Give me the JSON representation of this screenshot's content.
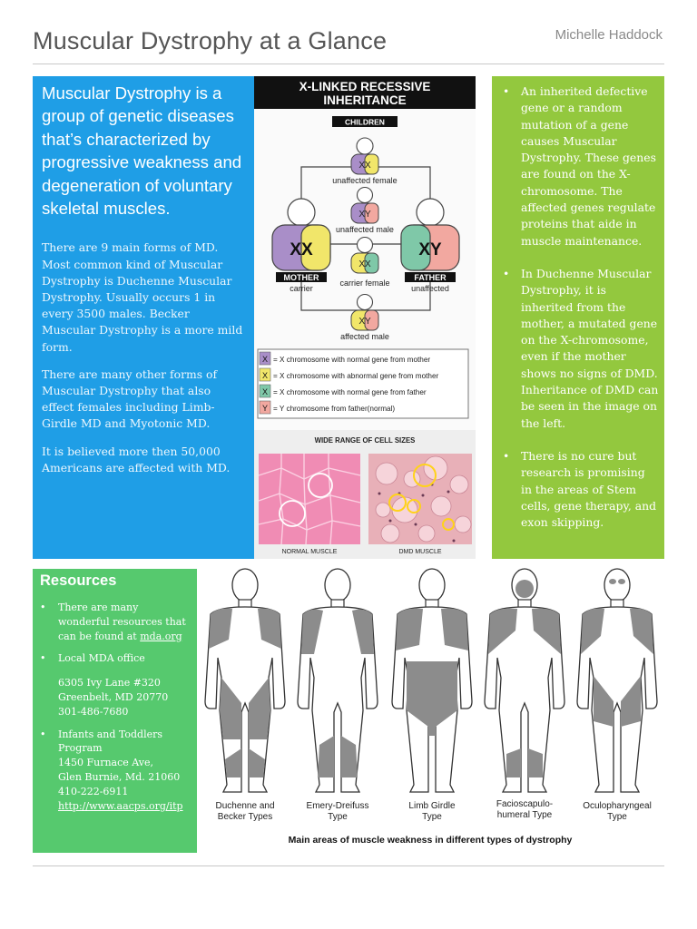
{
  "header": {
    "title": "Muscular Dystrophy at a Glance",
    "author": "Michelle Haddock"
  },
  "blue_panel": {
    "lead": "Muscular Dystrophy is a group of genetic diseases that’s characterized by progressive weakness and degeneration of voluntary skeletal muscles.",
    "p1": "There are 9 main forms of MD. Most common kind of Muscular Dystrophy is Duchenne Muscular Dystrophy. Usually occurs 1 in every 3500 males. Becker Muscular Dystrophy is a more mild form.",
    "p2": "There are many other forms of Muscular Dystrophy that also effect females including Limb-Girdle MD and Myotonic MD.",
    "p3": "It is believed more then 50,000 Americans are affected with MD."
  },
  "green_panel": {
    "bullets": [
      "An inherited defective gene or a random mutation of a gene causes Muscular Dystrophy. These genes are found on the X-chromosome. The affected genes regulate proteins that aide in muscle maintenance.",
      "In Duchenne Muscular Dystrophy, it is inherited from the mother, a mutated gene on the X-chromosome, even if the mother shows no signs of DMD. Inheritance of DMD can be seen in the image on the left.",
      "There is no cure but research is promising in the areas of Stem cells, gene therapy, and exon skipping."
    ]
  },
  "resources": {
    "title": "Resources",
    "item1_text": "There are many wonderful resources that can be found at ",
    "item1_link": "mda.org",
    "item2_title": "Local MDA office",
    "item2_line1": "6305 Ivy Lane #320",
    "item2_line2": "Greenbelt, MD 20770",
    "item2_line3": "301-486-7680",
    "item3_title": "Infants and Toddlers Program",
    "item3_line1": "1450 Furnace Ave,",
    "item3_line2": "Glen Burnie, Md. 21060",
    "item3_line3": "410-222-6911",
    "item3_link": "http://www.aacps.org/itp"
  },
  "inheritance": {
    "title_line1": "X-LINKED RECESSIVE",
    "title_line2": "INHERITANCE",
    "children_label": "CHILDREN",
    "mother_label": "MOTHER",
    "mother_status": "carrier",
    "father_label": "FATHER",
    "father_status": "unaffected",
    "mother_chroms": "XX",
    "father_chroms": "XY",
    "child1_chroms": "XX",
    "child1_label": "unaffected female",
    "child2_chroms": "XY",
    "child2_label": "unaffected male",
    "child3_chroms": "XX",
    "child3_label": "carrier female",
    "child4_chroms": "XY",
    "child4_label": "affected male",
    "legend": [
      {
        "key": "X",
        "text": "= X chromosome with normal gene from mother",
        "color": "#a98ec8"
      },
      {
        "key": "X",
        "text": "= X chromosome with abnormal gene from mother",
        "color": "#f1e66a"
      },
      {
        "key": "X",
        "text": "= X chromosome with normal gene from father",
        "color": "#7fc8a8"
      },
      {
        "key": "Y",
        "text": "= Y chromosome from father(normal)",
        "color": "#f2a8a0"
      }
    ],
    "cells_title": "WIDE RANGE OF CELL SIZES",
    "normal_label": "NORMAL MUSCLE",
    "dmd_label": "DMD MUSCLE",
    "colors": {
      "mother": "#a98ec8",
      "father": "#f2a8a0",
      "abnormal": "#f1e66a",
      "father_x": "#7fc8a8",
      "label_bar": "#1a1a1a",
      "normal_tissue": "#f08cb4",
      "dmd_tissue": "#e8b0b8"
    }
  },
  "muscle_figure": {
    "types": [
      {
        "line1": "Duchenne and",
        "line2": "Becker Types"
      },
      {
        "line1": "Emery-Dreifuss",
        "line2": "Type"
      },
      {
        "line1": "Limb Girdle",
        "line2": "Type"
      },
      {
        "line1": "Facioscapulo-",
        "line2": "humeral Type"
      },
      {
        "line1": "Oculopharyngeal",
        "line2": "Type"
      }
    ],
    "caption": "Main areas of muscle weakness in different types of dystrophy",
    "colors": {
      "weak_area": "#8c8c8c",
      "outline": "#333333"
    }
  },
  "colors": {
    "blue_panel": "#1f9ee6",
    "green_panel": "#93c83e",
    "resources_panel": "#56c96e"
  }
}
